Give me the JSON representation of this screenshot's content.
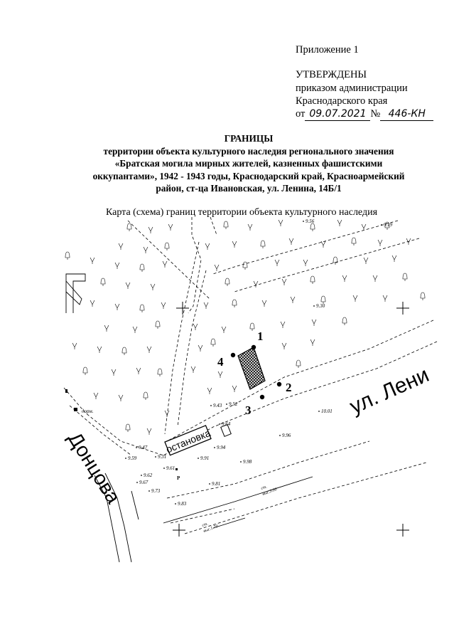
{
  "appendix": "Приложение 1",
  "approval": {
    "approved": "УТВЕРЖДЕНЫ",
    "line1": "приказом администрации",
    "line2": "Краснодарского края",
    "from_prefix": "от",
    "date": "09.07.2021",
    "number_sign": "№",
    "number": "446-КН"
  },
  "title": {
    "heading": "ГРАНИЦЫ",
    "lines": [
      "территории объекта культурного наследия регионального значения",
      "«Братская могила мирных жителей, казненных фашистскими",
      "оккупантами», 1942 - 1943 годы, Краснодарский край, Красноармейский",
      "район, ст-ца Ивановская, ул. Ленина, 14Б/1"
    ]
  },
  "map": {
    "caption": "Карта (схема) границ территории объекта культурного наследия",
    "street_lenina": "ул. Лени",
    "street_dontsova": "Донцова",
    "bus_stop": "остановка",
    "points": [
      "1",
      "2",
      "3",
      "4"
    ],
    "elevations": [
      "9.56",
      "9.19",
      "9.30",
      "9.43",
      "9.52",
      "10.01",
      "9.64",
      "9.96",
      "9.31",
      "9.47",
      "9.59",
      "9.62",
      "9.67",
      "9.61",
      "9.91",
      "9.94",
      "9.98",
      "9.81",
      "9.73",
      "9.83"
    ],
    "fence_label": "дорм.",
    "small_labels": [
      "ст.",
      "выс.3.00",
      "ст.",
      "выс.1.70",
      "P"
    ]
  }
}
